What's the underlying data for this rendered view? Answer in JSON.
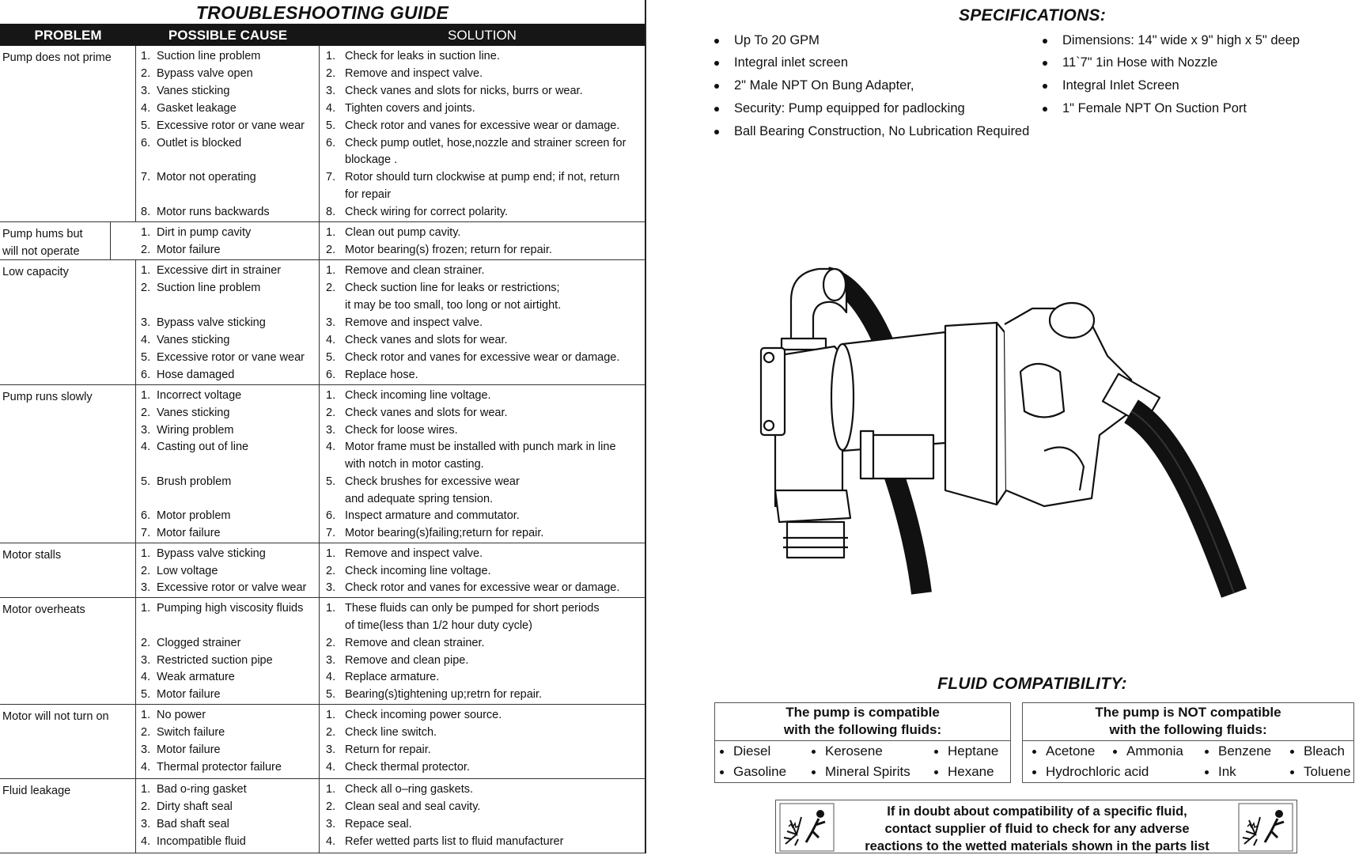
{
  "troubleshooting": {
    "title": "TROUBLESHOOTING GUIDE",
    "headers": {
      "problem": "PROBLEM",
      "cause": "POSSIBLE CAUSE",
      "solution": "SOLUTION"
    },
    "rows": [
      {
        "problem": "Pump does not prime",
        "causes": [
          "1.|Suction line problem",
          "2.|Bypass valve open",
          "3.|Vanes sticking",
          "4.|Gasket leakage",
          "5.|Excessive rotor or vane wear",
          "6.|Outlet is blocked",
          "",
          "7.|Motor not operating",
          "",
          "8.|Motor runs backwards"
        ],
        "solutions": [
          "1.|Check for leaks in suction line.",
          "2.|Remove and inspect valve.",
          "3.|Check vanes and slots for nicks, burrs or wear.",
          "4.|Tighten covers and joints.",
          "5.|Check rotor and vanes for excessive wear or damage.",
          "6.|Check pump outlet, hose,nozzle and strainer screen for",
          "|blockage .",
          "7.|Rotor should turn clockwise at pump end; if not, return",
          "|for repair",
          "8.|Check wiring for correct polarity."
        ]
      },
      {
        "problem": "Pump hums but will not operate",
        "causes": [
          "1.|Dirt in pump cavity",
          "2.|Motor failure"
        ],
        "solutions": [
          "1.|Clean out pump cavity.",
          "2.|Motor bearing(s) frozen; return for repair."
        ]
      },
      {
        "problem": "Low capacity",
        "causes": [
          "1.|Excessive dirt in strainer",
          "2.|Suction line problem",
          "",
          "3.|Bypass valve sticking",
          "4.|Vanes sticking",
          "5.|Excessive rotor or vane wear",
          "6.|Hose damaged"
        ],
        "solutions": [
          "1.|Remove and clean strainer.",
          "2.|Check suction line for leaks or restrictions;",
          "|it may be too small, too long or not airtight.",
          "3.|Remove and inspect valve.",
          "4.|Check vanes and slots for wear.",
          "5.|Check rotor and vanes for excessive wear or damage.",
          "6.|Replace hose."
        ]
      },
      {
        "problem": "Pump runs slowly",
        "causes": [
          "1.|Incorrect voltage",
          "2.|Vanes sticking",
          "3.|Wiring problem",
          "4.|Casting out of line",
          "",
          "5.|Brush problem",
          "",
          "6.|Motor problem",
          "7.|Motor failure"
        ],
        "solutions": [
          "1.|Check incoming line voltage.",
          "2.|Check vanes and slots for wear.",
          "3.|Check for loose wires.",
          "4.|Motor frame must be installed with punch mark in line",
          "|with notch in motor casting.",
          "5.|Check brushes for excessive wear",
          "|and adequate spring tension.",
          "6.|Inspect armature and commutator.",
          "7.|Motor bearing(s)failing;return for repair."
        ]
      },
      {
        "problem": "Motor stalls",
        "causes": [
          "1.|Bypass valve sticking",
          "2.|Low voltage",
          "3.|Excessive rotor or valve wear"
        ],
        "solutions": [
          "1.|Remove and inspect valve.",
          "2.|Check incoming line voltage.",
          "3.|Check rotor and vanes for excessive wear or damage."
        ]
      },
      {
        "problem": "Motor overheats",
        "causes": [
          "1.|Pumping high viscosity fluids",
          "",
          "2.|Clogged strainer",
          "3.|Restricted suction pipe",
          "4.|Weak armature",
          "5.|Motor failure"
        ],
        "solutions": [
          "1.|These fluids can only be pumped for short periods",
          "|of time(less than 1/2 hour duty cycle)",
          "2.|Remove and clean strainer.",
          "3.|Remove and clean pipe.",
          "4.|Replace armature.",
          "5.|Bearing(s)tightening up;retrn for repair."
        ]
      },
      {
        "problem": "Motor will not turn on",
        "causes": [
          "1.|No power",
          "2.|Switch failure",
          "3.|Motor failure",
          "4.|Thermal protector failure"
        ],
        "solutions": [
          "1.|Check incoming power source.",
          "2.|Check line switch.",
          "3.|Return for repair.",
          "4.|Check thermal protector."
        ]
      },
      {
        "problem": "Fluid leakage",
        "causes": [
          "1.|Bad o-ring gasket",
          "2.|Dirty shaft seal",
          "3.|Bad shaft seal",
          "4.|Incompatible fluid"
        ],
        "solutions": [
          "1.|Check all o–ring gaskets.",
          "2.|Clean seal and seal cavity.",
          "3.|Repace seal.",
          "4.|Refer wetted parts list to fluid manufacturer"
        ]
      }
    ]
  },
  "specifications": {
    "title": "SPECIFICATIONS:",
    "left": [
      "Up  To 20  GPM",
      "Integral inlet screen",
      "2\" Male  NPT On  Bung Adapter,",
      "Security: Pump  equipped for padlocking",
      "Ball Bearing Construction, No Lubrication Required"
    ],
    "right": [
      "Dimensions: 14\" wide x 9\" high x 5\" deep",
      "11`7\" 1in Hose with Nozzle",
      "Integral Inlet Screen",
      "1\" Female NPT On Suction Port"
    ]
  },
  "fluid_compatibility": {
    "title": "FLUID COMPATIBILITY:",
    "compatible_header_1": "The pump is compatible",
    "compatible_header_2": "with the following fluids:",
    "compatible": [
      "Diesel",
      "Kerosene",
      "Heptane",
      "Gasoline",
      "Mineral Spirits",
      "Hexane"
    ],
    "not_compatible_header_1": "The pump is NOT compatible",
    "not_compatible_header_2": "with the following fluids:",
    "not_compatible": [
      "Acetone",
      "Ammonia",
      "Benzene",
      "Bleach",
      "Hydrochloric acid",
      "Ink",
      "Toluene"
    ]
  },
  "warning": {
    "line1": "If in doubt about compatibility of a specific fluid,",
    "line2": "contact supplier of fluid to check for any adverse",
    "line3": "reactions to the wetted materials shown in the parts list"
  },
  "icons": [
    "explosion-warning-icon"
  ]
}
